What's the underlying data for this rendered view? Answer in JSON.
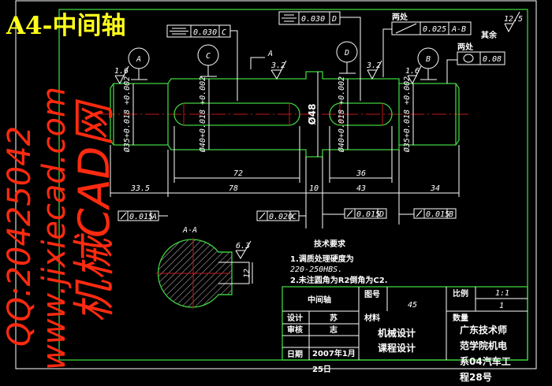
{
  "title": "A4-中间轴",
  "datums": [
    "A",
    "C",
    "D",
    "B"
  ],
  "section_marker": "A",
  "section_title": "A-A",
  "roughness": {
    "left_end": "1.6",
    "mid_left": "3.2",
    "mid_right": "3.2",
    "right_end": "1.6",
    "general": "12.5",
    "keyway": "6.3"
  },
  "other_label": "其余",
  "two_places": "两处",
  "tolerances": {
    "top_c": {
      "value": "0.030",
      "datum": "C"
    },
    "top_d": {
      "value": "0.030",
      "datum": "D"
    },
    "runout_ab": {
      "value": "0.025",
      "datum": "A-B"
    },
    "cyl": {
      "value": "0.08"
    },
    "run_a": {
      "value": "0.015",
      "datum": "A"
    },
    "run_c": {
      "value": "0.020",
      "datum": "C"
    },
    "run_d": {
      "value": "0.015",
      "datum": "D"
    },
    "run_b": {
      "value": "0.015",
      "datum": "B"
    }
  },
  "diameters": {
    "left": "Ø35+0.018 +0.002",
    "mid_left": "Ø40+0.018 +0.002",
    "collar": "Ø48",
    "mid_right": "Ø40+0.018 +0.002",
    "right": "Ø35+0.018 +0.002"
  },
  "lengths": [
    "33.5",
    "78",
    "10",
    "43",
    "34"
  ],
  "keyway_lengths": [
    "72",
    "36"
  ],
  "keyway_width": "12",
  "tech_req": {
    "title": "技术要求",
    "lines": [
      "1.调质处理硬度为",
      "220-250HBS.",
      "2.未注圆角为R2倒角为C2."
    ]
  },
  "title_block": {
    "part_name": "中间轴",
    "drawing_no_label": "图号",
    "material_label": "材料",
    "material": "45",
    "scale_label": "比例",
    "scale": "1:1",
    "qty_label": "数量",
    "qty": "1",
    "designer_label": "设计",
    "designer": "苏",
    "reviewer_label": "审核",
    "reviewer": "志",
    "date_label": "日期",
    "date_1": "2007年1月",
    "date_2": "25日",
    "course_1": "机械设计",
    "course_2": "课程设计",
    "school": [
      "广东技术师",
      "范学院机电",
      "系04汽车工",
      "程28号"
    ]
  },
  "watermark": {
    "line1": "机械CAD网",
    "line2": "www.jixiecad.com",
    "line3": "QQ:20425042"
  }
}
